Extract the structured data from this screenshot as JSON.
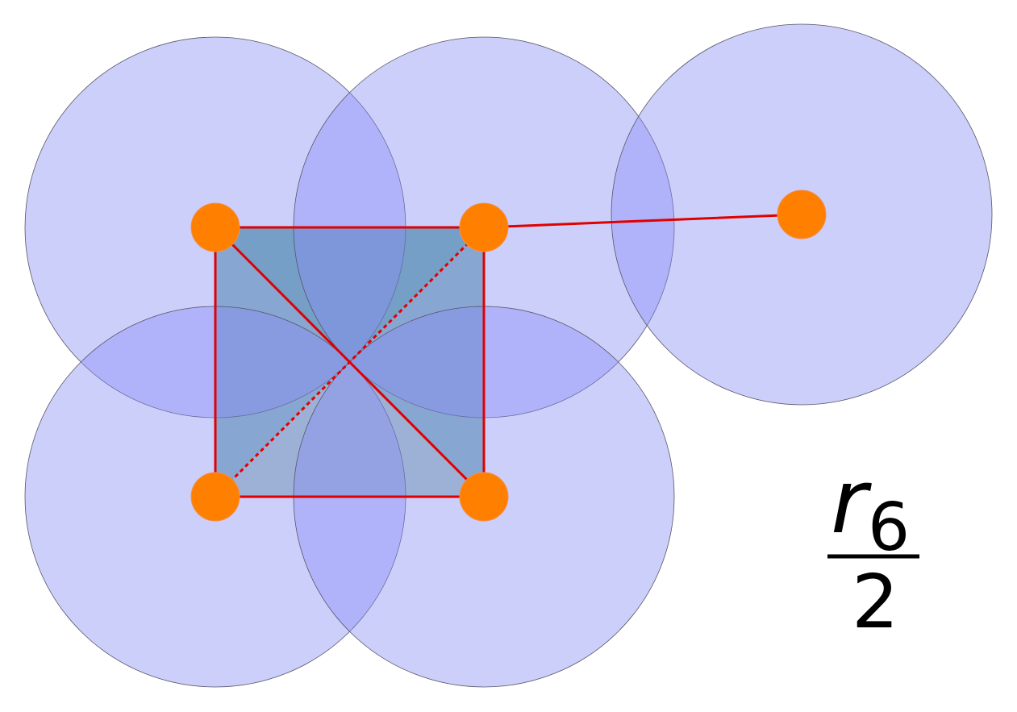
{
  "diagram": {
    "colors": {
      "ball_fill": "#878cf5",
      "edge": "#e00000",
      "vertex": "#ff8000",
      "triangle_dark": "#4d9f97",
      "triangle_light": "#9ec2b6",
      "triangle_mid": "#6fa9a8"
    },
    "label": {
      "symbol": "r",
      "subscript": "6",
      "denominator": "2"
    }
  }
}
